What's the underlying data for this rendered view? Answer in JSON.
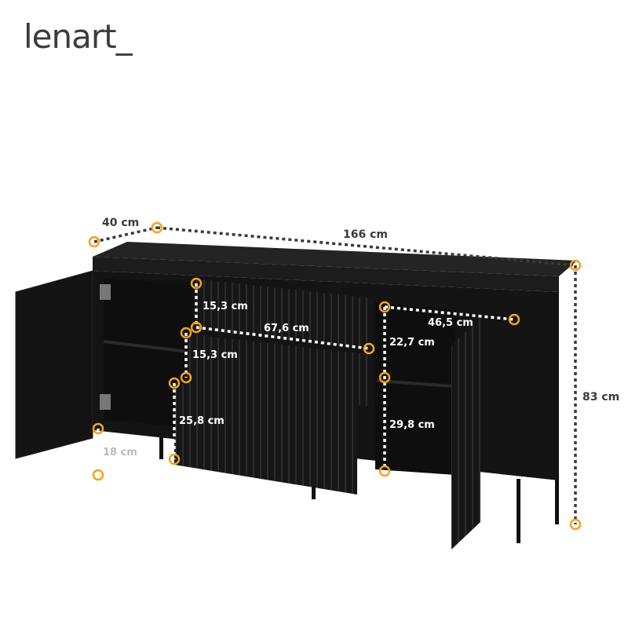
{
  "brand": {
    "logo_text": "lenart_"
  },
  "colors": {
    "body": "#141414",
    "marker": "#f5a21e",
    "dimension_line_outside": "#3a3a3a",
    "dimension_line_inside": "#ffffff"
  },
  "dimensions": {
    "depth": "40 cm",
    "width": "166 cm",
    "height": "83 cm",
    "top_drawer_height": "15,3 cm",
    "middle_drawer_height": "15,3 cm",
    "bottom_drawer_height": "25,8 cm",
    "drawer_width": "67,6 cm",
    "leg_height": "18 cm",
    "shelf_depth": "46,5 cm",
    "upper_compartment_height": "22,7 cm",
    "lower_compartment_height": "29,8 cm"
  }
}
